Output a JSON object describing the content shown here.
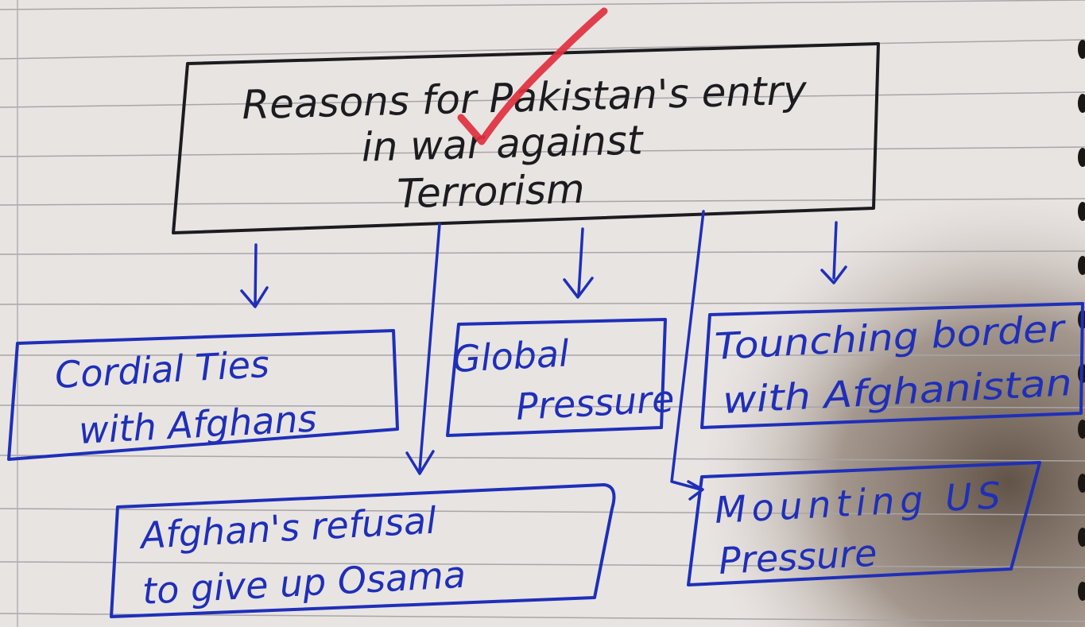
{
  "diagram": {
    "title": {
      "lines": [
        "Reasons for Pakistan's entry",
        "in war against",
        "Terrorism"
      ]
    },
    "nodes": [
      {
        "id": "cordial",
        "lines": [
          "Cordial Ties",
          "with Afghans"
        ]
      },
      {
        "id": "global",
        "lines": [
          "Global",
          "Pressure"
        ]
      },
      {
        "id": "border",
        "lines": [
          "Tounching border",
          "with Afghanistan"
        ]
      },
      {
        "id": "osama",
        "lines": [
          "Afghan's refusal",
          "to give up Osama"
        ]
      },
      {
        "id": "us",
        "lines": [
          "Mounting US",
          "Pressure"
        ]
      }
    ],
    "colors": {
      "title_ink": "#1c1b1f",
      "node_ink": "#1f2fb8",
      "check_mark": "#e0303e",
      "paper": "#e6e1de",
      "rule_line": "#a9a5a8"
    }
  }
}
